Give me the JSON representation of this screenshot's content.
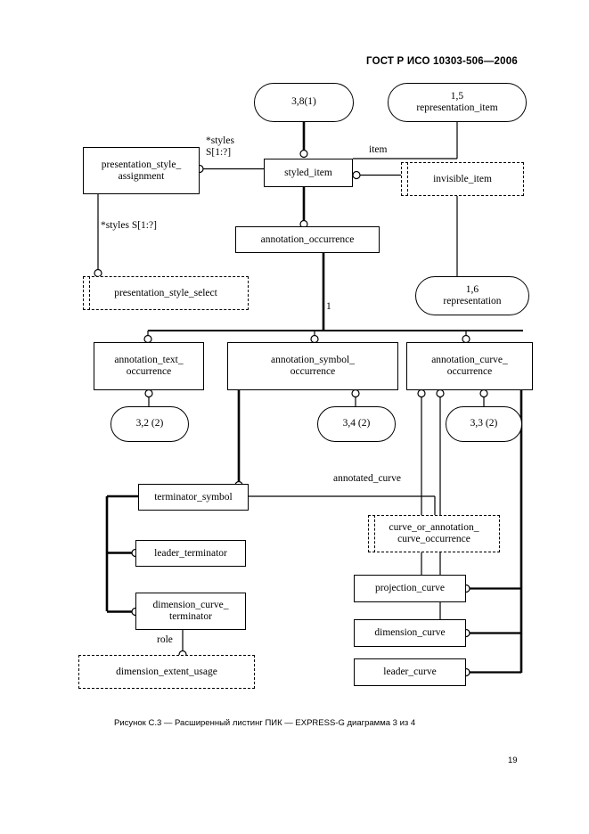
{
  "document": {
    "header": "ГОСТ Р ИСО 10303-506—2006",
    "caption": "Рисунок С.3 — Расширенный листинг ПИК — EXPRESS-G диаграмма 3 из 4",
    "page_number": "19"
  },
  "diagram": {
    "type": "EXPRESS-G entity relationship diagram",
    "entities": {
      "styled_item": "styled_item",
      "presentation_style_assignment": "presentation_style_\nassignment",
      "annotation_occurrence": "annotation_occurrence",
      "invisible_item": "invisible_item",
      "presentation_style_select": "presentation_style_select",
      "annotation_text_occurrence": "annotation_text_\noccurrence",
      "annotation_symbol_occurrence": "annotation_symbol_\noccurrence",
      "annotation_curve_occurrence": "annotation_curve_\noccurrence",
      "terminator_symbol": "terminator_symbol",
      "leader_terminator": "leader_terminator",
      "dimension_curve_terminator": "dimension_curve_\nterminator",
      "dimension_extent_usage": "dimension_extent_usage",
      "curve_or_annotation_curve_occurrence": "curve_or_annotation_\ncurve_occurrence",
      "projection_curve": "projection_curve",
      "dimension_curve": "dimension_curve",
      "leader_curve": "leader_curve"
    },
    "page_refs": {
      "ref_38_1": "3,8(1)",
      "ref_15_representation_item": "1,5\nrepresentation_item",
      "ref_16_representation": "1,6\nrepresentation",
      "ref_32_2": "3,2 (2)",
      "ref_34_2": "3,4 (2)",
      "ref_33_2": "3,3 (2)"
    },
    "relationship_labels": {
      "styles_top": "*styles\nS[1:?]",
      "styles_left": "*styles S[1:?]",
      "item": "item",
      "cardinality_one": "1",
      "annotated_curve": "annotated_curve",
      "role": "role"
    },
    "colors": {
      "line": "#000000",
      "background": "#ffffff"
    }
  }
}
